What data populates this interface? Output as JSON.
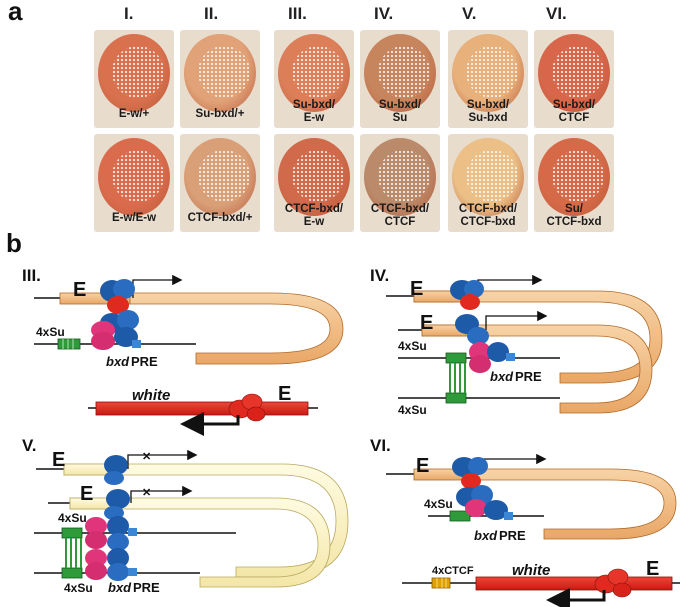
{
  "panel_a": {
    "letter": "a",
    "columns": [
      "I.",
      "II.",
      "III.",
      "IV.",
      "V.",
      "VI."
    ],
    "row1": [
      {
        "label": [
          "E-w/+"
        ],
        "tint": "#d9714e"
      },
      {
        "label": [
          "Su-bxd/+"
        ],
        "tint": "#e1a277"
      },
      {
        "label": [
          "Su-bxd/",
          "E-w"
        ],
        "tint": "#dc7f59"
      },
      {
        "label": [
          "Su-bxd/",
          "Su"
        ],
        "tint": "#c7855e"
      },
      {
        "label": [
          "Su-bxd/",
          "Su-bxd"
        ],
        "tint": "#e8b07a"
      },
      {
        "label": [
          "Su-bxd/",
          "CTCF"
        ],
        "tint": "#d8664a"
      }
    ],
    "row2": [
      {
        "label": [
          "E-w/E-w"
        ],
        "tint": "#da6c4d"
      },
      {
        "label": [
          "CTCF-bxd/+"
        ],
        "tint": "#d9a078"
      },
      {
        "label": [
          "CTCF-bxd/",
          "E-w"
        ],
        "tint": "#d06a4a"
      },
      {
        "label": [
          "CTCF-bxd/",
          "CTCF"
        ],
        "tint": "#ba8a6a"
      },
      {
        "label": [
          "CTCF-bxd/",
          "CTCF-bxd"
        ],
        "tint": "#ebbf86"
      },
      {
        "label": [
          "Su/",
          "CTCF-bxd"
        ],
        "tint": "#d66a48"
      }
    ]
  },
  "panel_b": {
    "letter": "b",
    "III": {
      "numeral": "III.",
      "enhancer": "E",
      "su": "4xSu",
      "pre_italic": "bxd",
      "pre_rest": "PRE",
      "gene": "white",
      "gene_enhancer": "E"
    },
    "IV": {
      "numeral": "IV.",
      "enhancer_top": "E",
      "enhancer_mid": "E",
      "su_top": "4xSu",
      "su_bottom": "4xSu",
      "pre_italic": "bxd",
      "pre_rest": "PRE"
    },
    "V": {
      "numeral": "V.",
      "enhancer_top": "E",
      "enhancer_mid": "E",
      "su_top": "4xSu",
      "su_bottom": "4xSu",
      "pre_italic": "bxd",
      "pre_rest": "PRE"
    },
    "VI": {
      "numeral": "VI.",
      "enhancer": "E",
      "su": "4xSu",
      "pre_italic": "bxd",
      "pre_rest": "PRE",
      "ctcf": "4xCTCF",
      "gene": "white",
      "gene_enhancer": "E"
    }
  },
  "colors": {
    "eye_bg": "#e8dccd",
    "enhancer_bar": "#f3c48f",
    "loop_pale": "#fbf3c6",
    "gene_red": "#e02a1f",
    "protein_blue": "#1d5aa8",
    "protein_pink": "#e0357a",
    "su_green": "#2e9a3a",
    "ctcf_orange": "#e0a000"
  }
}
